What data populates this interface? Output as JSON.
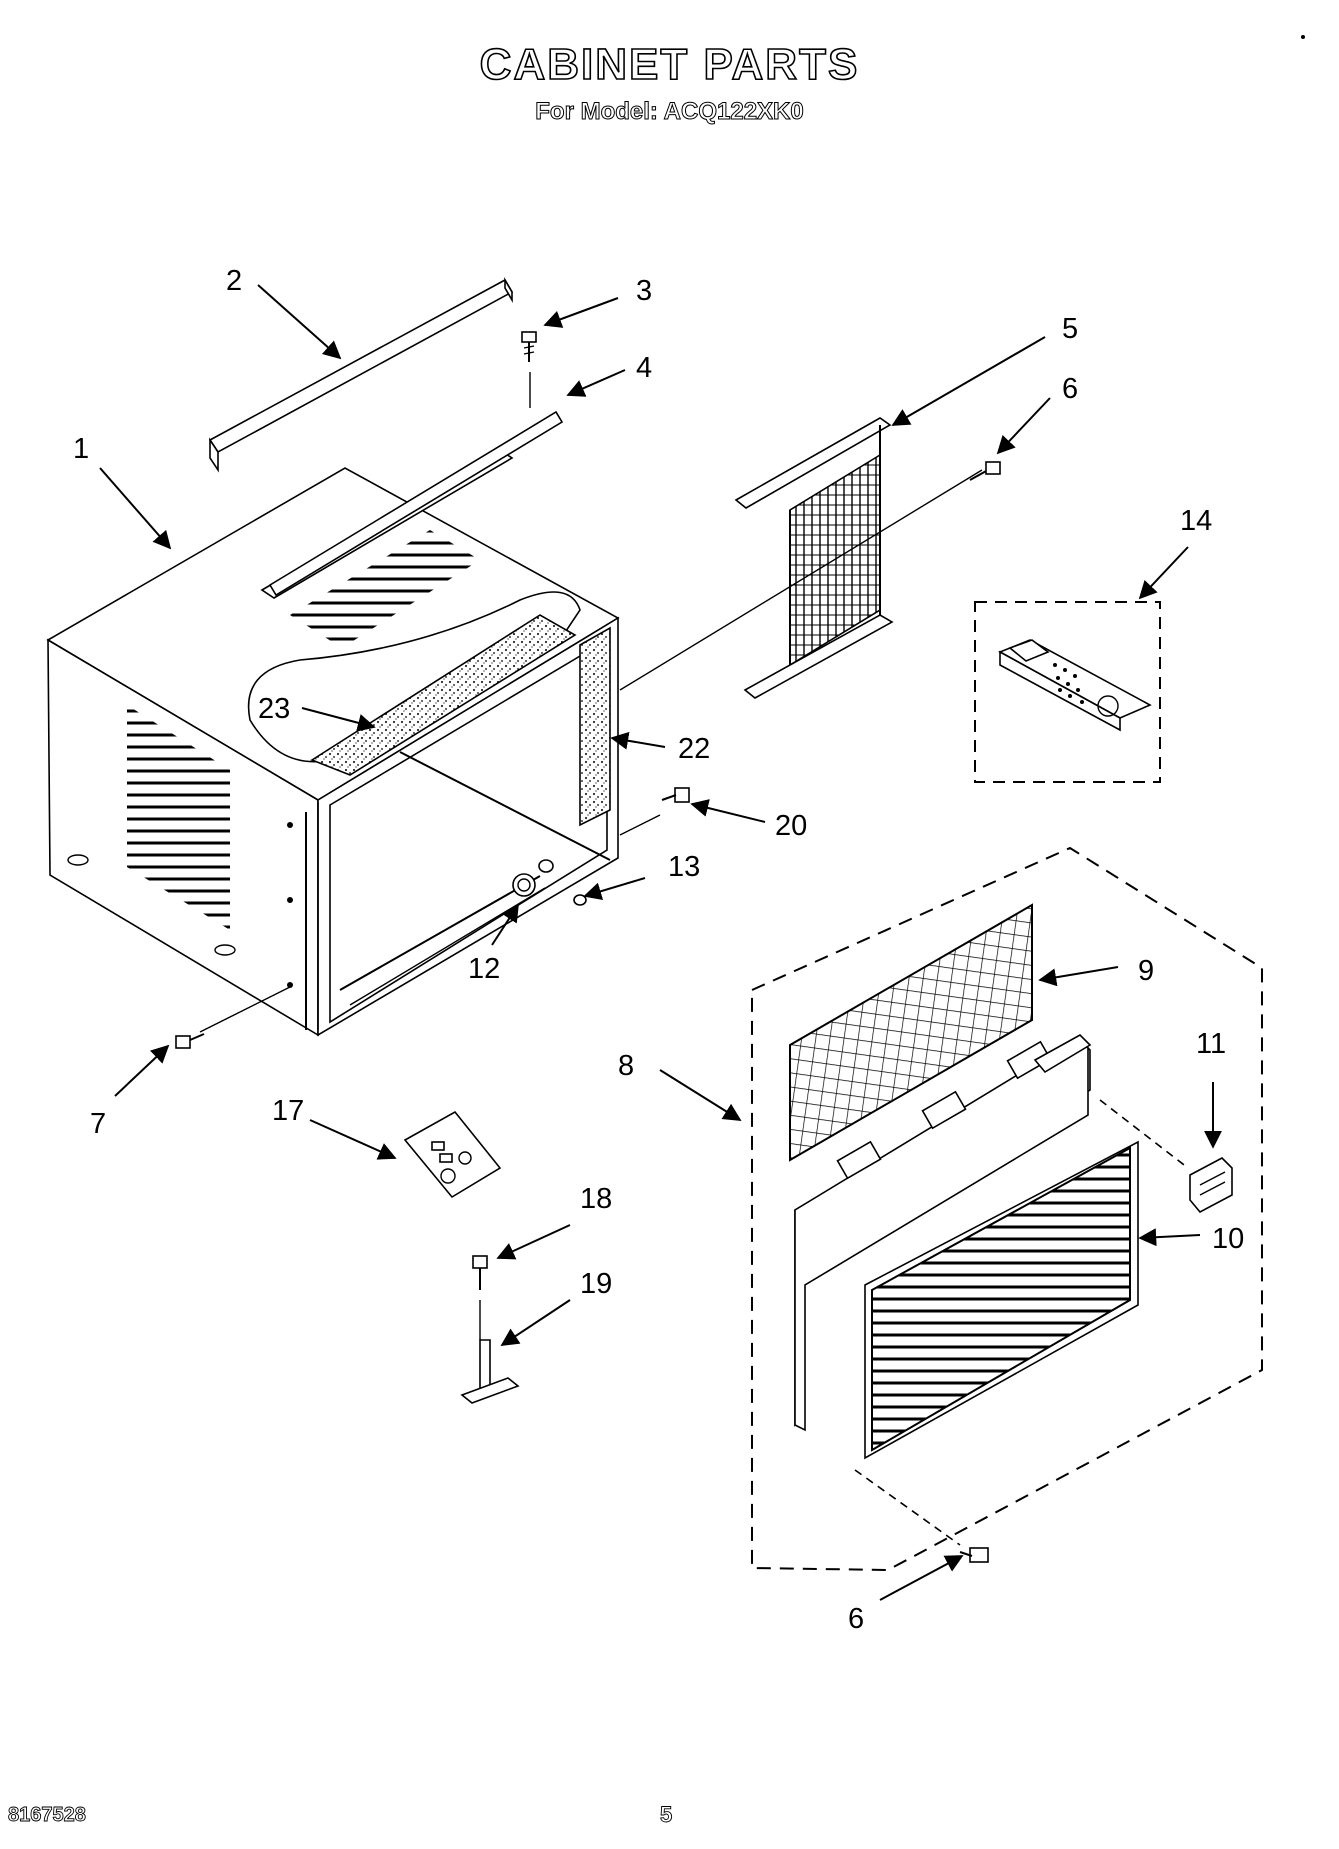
{
  "header": {
    "title": "CABINET PARTS",
    "subtitle": "For Model: ACQ122XK0"
  },
  "footer": {
    "doc_number": "8167528",
    "page_number": "5"
  },
  "callouts": {
    "c1": "1",
    "c2": "2",
    "c3": "3",
    "c4": "4",
    "c5": "5",
    "c6a": "6",
    "c6b": "6",
    "c7": "7",
    "c8": "8",
    "c9": "9",
    "c10": "10",
    "c11": "11",
    "c12": "12",
    "c13": "13",
    "c14": "14",
    "c17": "17",
    "c18": "18",
    "c19": "19",
    "c20": "20",
    "c22": "22",
    "c23": "23"
  }
}
